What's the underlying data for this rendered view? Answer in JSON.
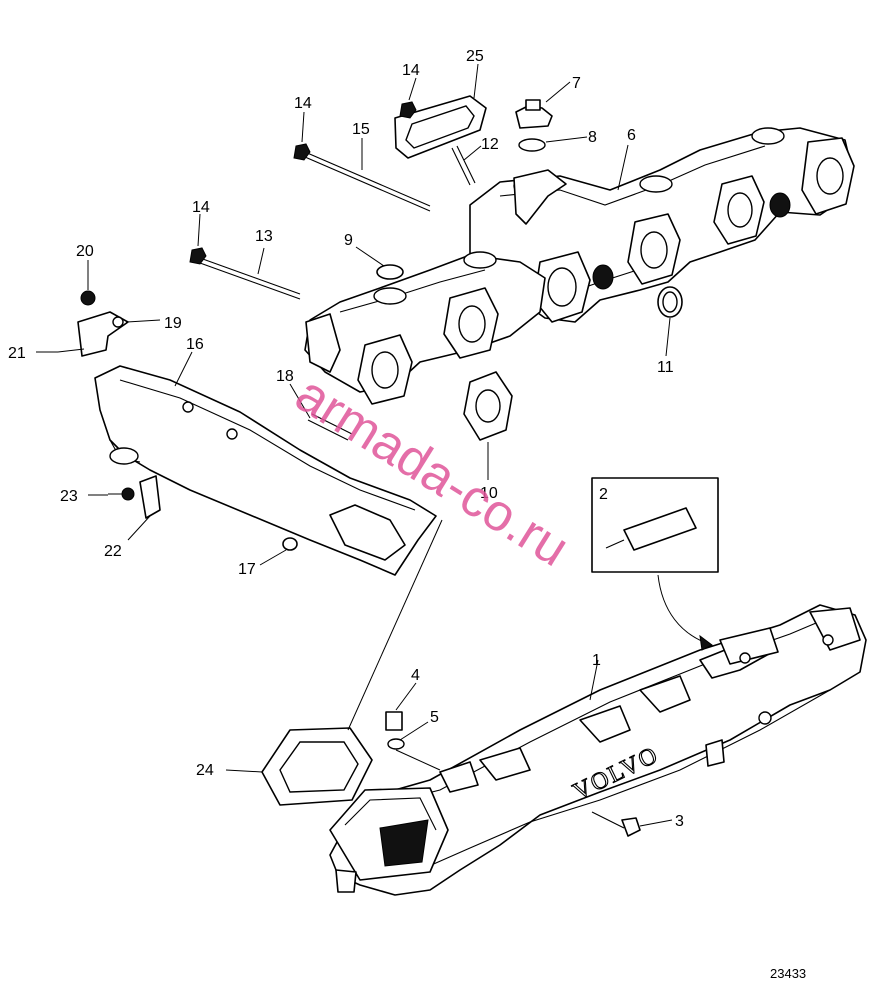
{
  "diagram": {
    "callouts": [
      {
        "id": "c1",
        "label": "1"
      },
      {
        "id": "c2",
        "label": "2"
      },
      {
        "id": "c3",
        "label": "3"
      },
      {
        "id": "c4",
        "label": "4"
      },
      {
        "id": "c5",
        "label": "5"
      },
      {
        "id": "c6",
        "label": "6"
      },
      {
        "id": "c7",
        "label": "7"
      },
      {
        "id": "c8",
        "label": "8"
      },
      {
        "id": "c9",
        "label": "9"
      },
      {
        "id": "c10",
        "label": "10"
      },
      {
        "id": "c11",
        "label": "11"
      },
      {
        "id": "c12",
        "label": "12"
      },
      {
        "id": "c13",
        "label": "13"
      },
      {
        "id": "c14a",
        "label": "14"
      },
      {
        "id": "c14b",
        "label": "14"
      },
      {
        "id": "c14c",
        "label": "14"
      },
      {
        "id": "c15",
        "label": "15"
      },
      {
        "id": "c16",
        "label": "16"
      },
      {
        "id": "c17",
        "label": "17"
      },
      {
        "id": "c18",
        "label": "18"
      },
      {
        "id": "c19",
        "label": "19"
      },
      {
        "id": "c20",
        "label": "20"
      },
      {
        "id": "c21",
        "label": "21"
      },
      {
        "id": "c22",
        "label": "22"
      },
      {
        "id": "c23",
        "label": "23"
      },
      {
        "id": "c24",
        "label": "24"
      },
      {
        "id": "c25",
        "label": "25"
      }
    ],
    "brand_text": "VOLVO",
    "figure_number": "23433",
    "watermark": "armada-co.ru"
  }
}
